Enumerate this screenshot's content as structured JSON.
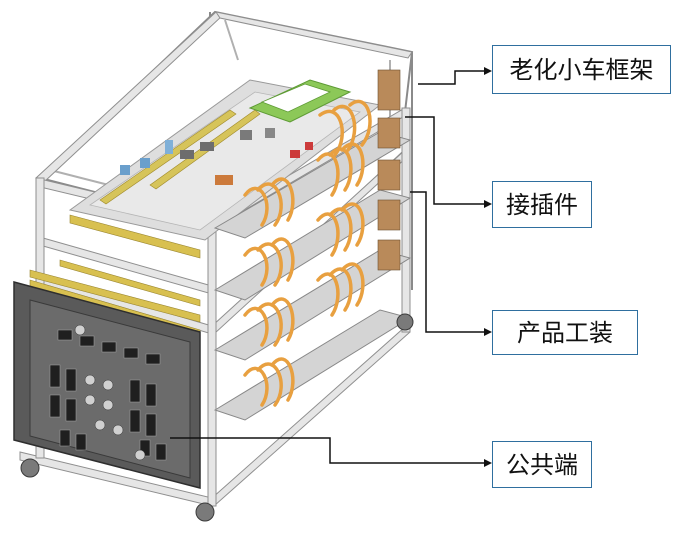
{
  "labels": {
    "aging_cart_frame": "老化小车框架",
    "connector": "接插件",
    "product_fixture": "产品工装",
    "common_end": "公共端"
  },
  "colors": {
    "callout_border": "#2f6f9f",
    "leader_line": "#111111",
    "frame": "#9a9a9a",
    "board": "#d8d8d8",
    "cable_orange": "#e8a040",
    "connector_yellow": "#d8c050",
    "panel_dark": "#4a4a4a",
    "label_green": "#8cc858",
    "red_component": "#cc3b3b"
  }
}
